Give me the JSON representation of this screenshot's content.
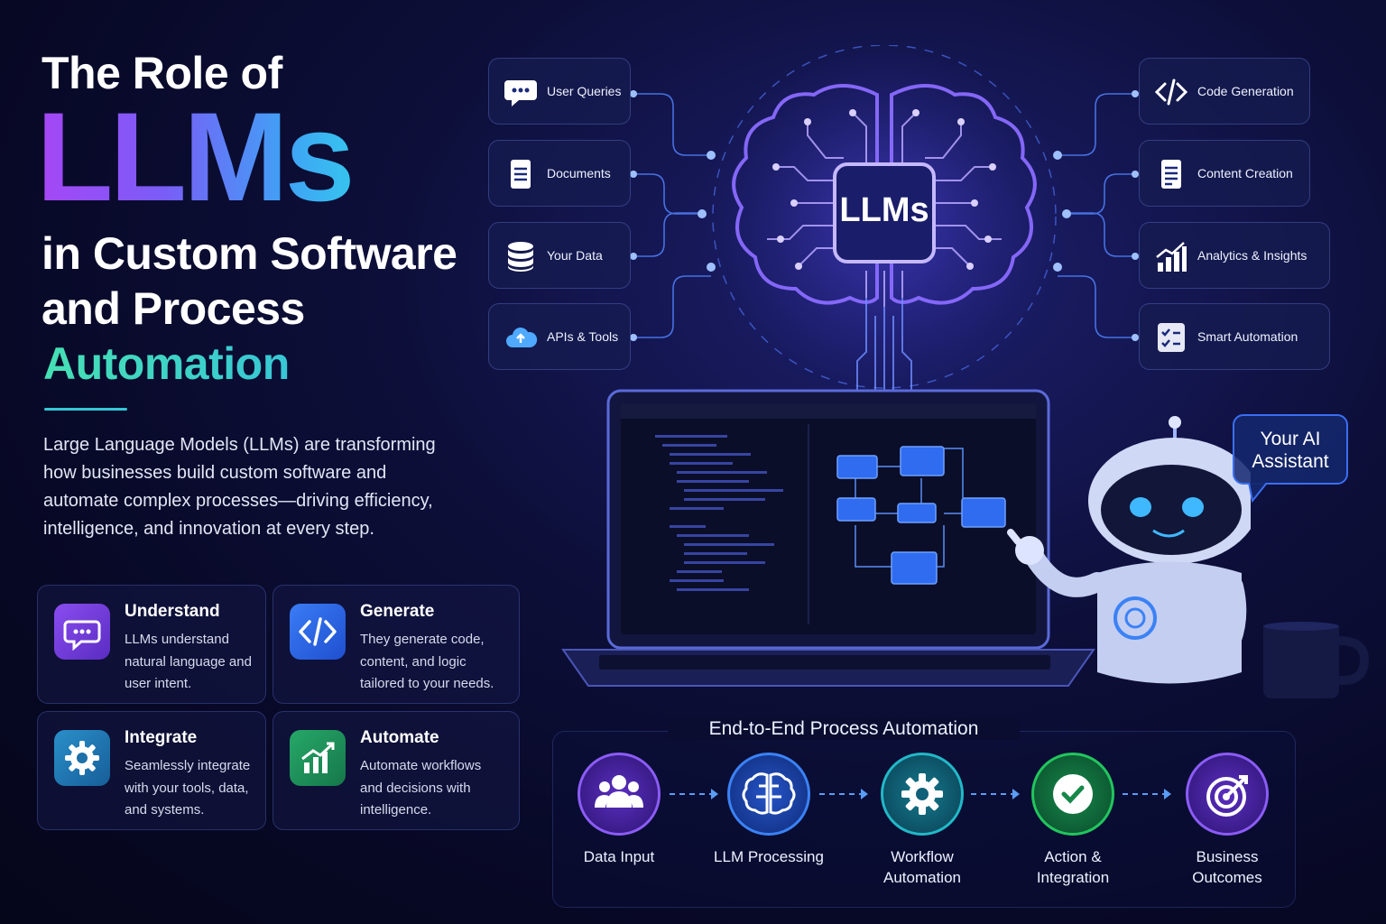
{
  "title": {
    "line1": "The Role of",
    "highlight": "LLMs",
    "line3": "in Custom Software",
    "line4": "and Process",
    "line5": "Automation"
  },
  "description": "Large Language Models (LLMs) are transforming how businesses build custom software and automate complex processes—driving efficiency, intelligence, and innovation at every step.",
  "features": [
    {
      "title": "Understand",
      "text": "LLMs understand natural language and user intent.",
      "icon": "chat-icon",
      "color": "#7b3fe4"
    },
    {
      "title": "Generate",
      "text": "They generate code, content, and logic tailored to your needs.",
      "icon": "code-icon",
      "color": "#2f6cf0"
    },
    {
      "title": "Integrate",
      "text": "Seamlessly integrate with your tools, data, and systems.",
      "icon": "gear-icon",
      "color": "#1f78b4"
    },
    {
      "title": "Automate",
      "text": "Automate workflows and decisions with intelligence.",
      "icon": "chart-icon",
      "color": "#1f9a5a"
    }
  ],
  "inputs": [
    {
      "label": "User Queries",
      "icon": "chat-icon"
    },
    {
      "label": "Documents",
      "icon": "document-icon"
    },
    {
      "label": "Your Data",
      "icon": "database-icon"
    },
    {
      "label": "APIs & Tools",
      "icon": "cloud-icon"
    }
  ],
  "outputs": [
    {
      "label": "Code Generation",
      "icon": "code-icon"
    },
    {
      "label": "Content Creation",
      "icon": "document-icon"
    },
    {
      "label": "Analytics & Insights",
      "icon": "chart-icon"
    },
    {
      "label": "Smart Automation",
      "icon": "checklist-icon"
    }
  ],
  "brain_label": "LLMs",
  "assistant_bubble": "Your AI Assistant",
  "flow": {
    "title": "End-to-End Process Automation",
    "steps": [
      {
        "label": "Data Input",
        "icon": "users-icon",
        "color": "#7b3fe4"
      },
      {
        "label": "LLM Processing",
        "icon": "brain-icon",
        "color": "#2f6cf0"
      },
      {
        "label": "Workflow Automation",
        "icon": "gear-icon",
        "color": "#1a8aa0"
      },
      {
        "label": "Action & Integration",
        "icon": "check-icon",
        "color": "#1f9a5a"
      },
      {
        "label": "Business Outcomes",
        "icon": "target-icon",
        "color": "#7b3fe4"
      }
    ]
  }
}
